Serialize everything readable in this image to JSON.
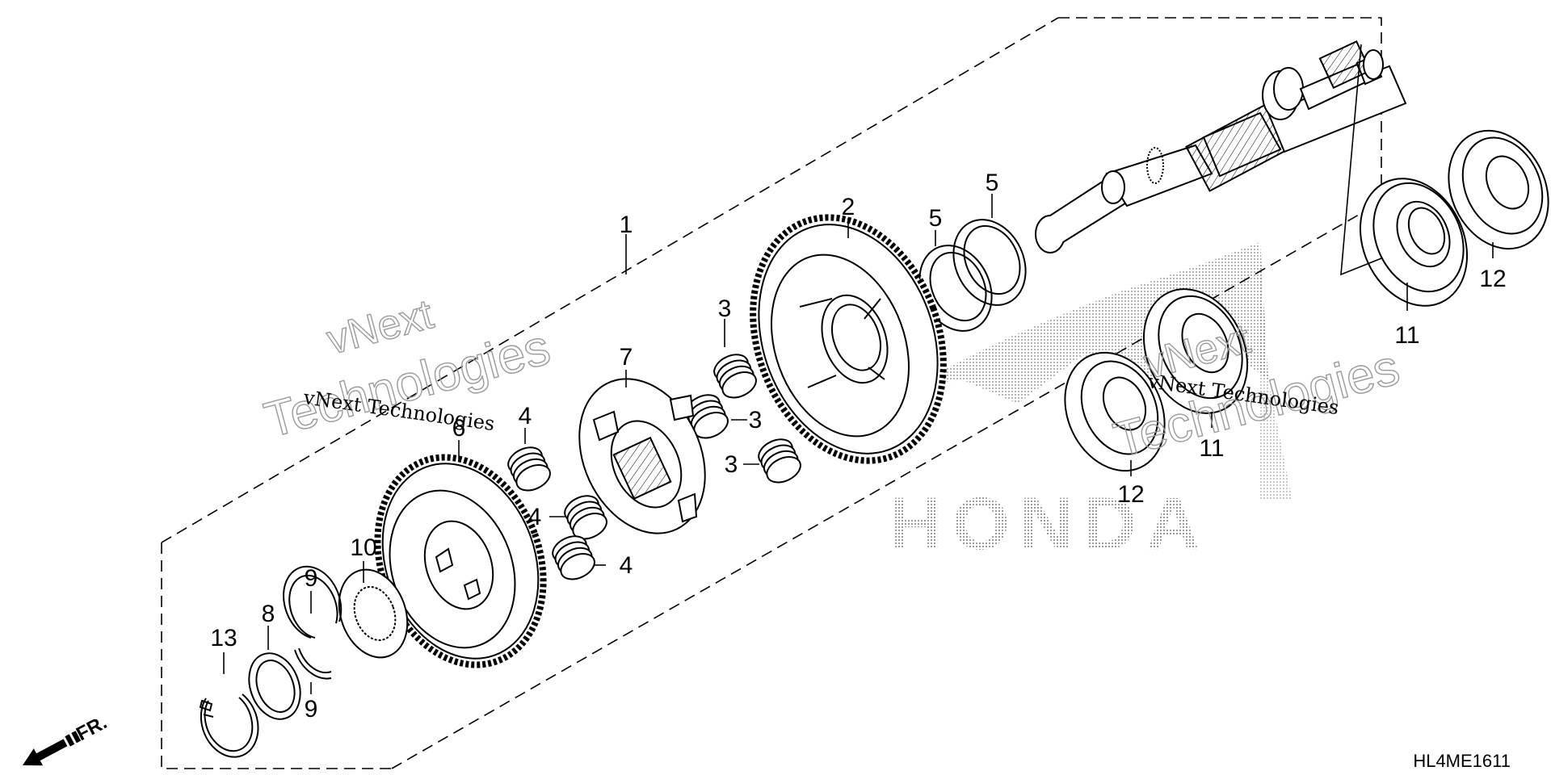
{
  "diagram": {
    "callouts": [
      {
        "id": "c1",
        "text": "1"
      },
      {
        "id": "c2",
        "text": "2"
      },
      {
        "id": "c3a",
        "text": "3"
      },
      {
        "id": "c3b",
        "text": "3"
      },
      {
        "id": "c3c",
        "text": "3"
      },
      {
        "id": "c4a",
        "text": "4"
      },
      {
        "id": "c4b",
        "text": "4"
      },
      {
        "id": "c4c",
        "text": "4"
      },
      {
        "id": "c5a",
        "text": "5"
      },
      {
        "id": "c5b",
        "text": "5"
      },
      {
        "id": "c6",
        "text": "6"
      },
      {
        "id": "c7",
        "text": "7"
      },
      {
        "id": "c8",
        "text": "8"
      },
      {
        "id": "c9a",
        "text": "9"
      },
      {
        "id": "c9b",
        "text": "9"
      },
      {
        "id": "c10",
        "text": "10"
      },
      {
        "id": "c11a",
        "text": "11"
      },
      {
        "id": "c11b",
        "text": "11"
      },
      {
        "id": "c12a",
        "text": "12"
      },
      {
        "id": "c12b",
        "text": "12"
      },
      {
        "id": "c13",
        "text": "13"
      }
    ],
    "diagram_code": "HL4ME1611",
    "direction_label": "FR.",
    "watermark": {
      "line1": "vNext",
      "line2": "Technologies",
      "caption": "vNext Technologies",
      "logo_text": "HONDA"
    }
  }
}
